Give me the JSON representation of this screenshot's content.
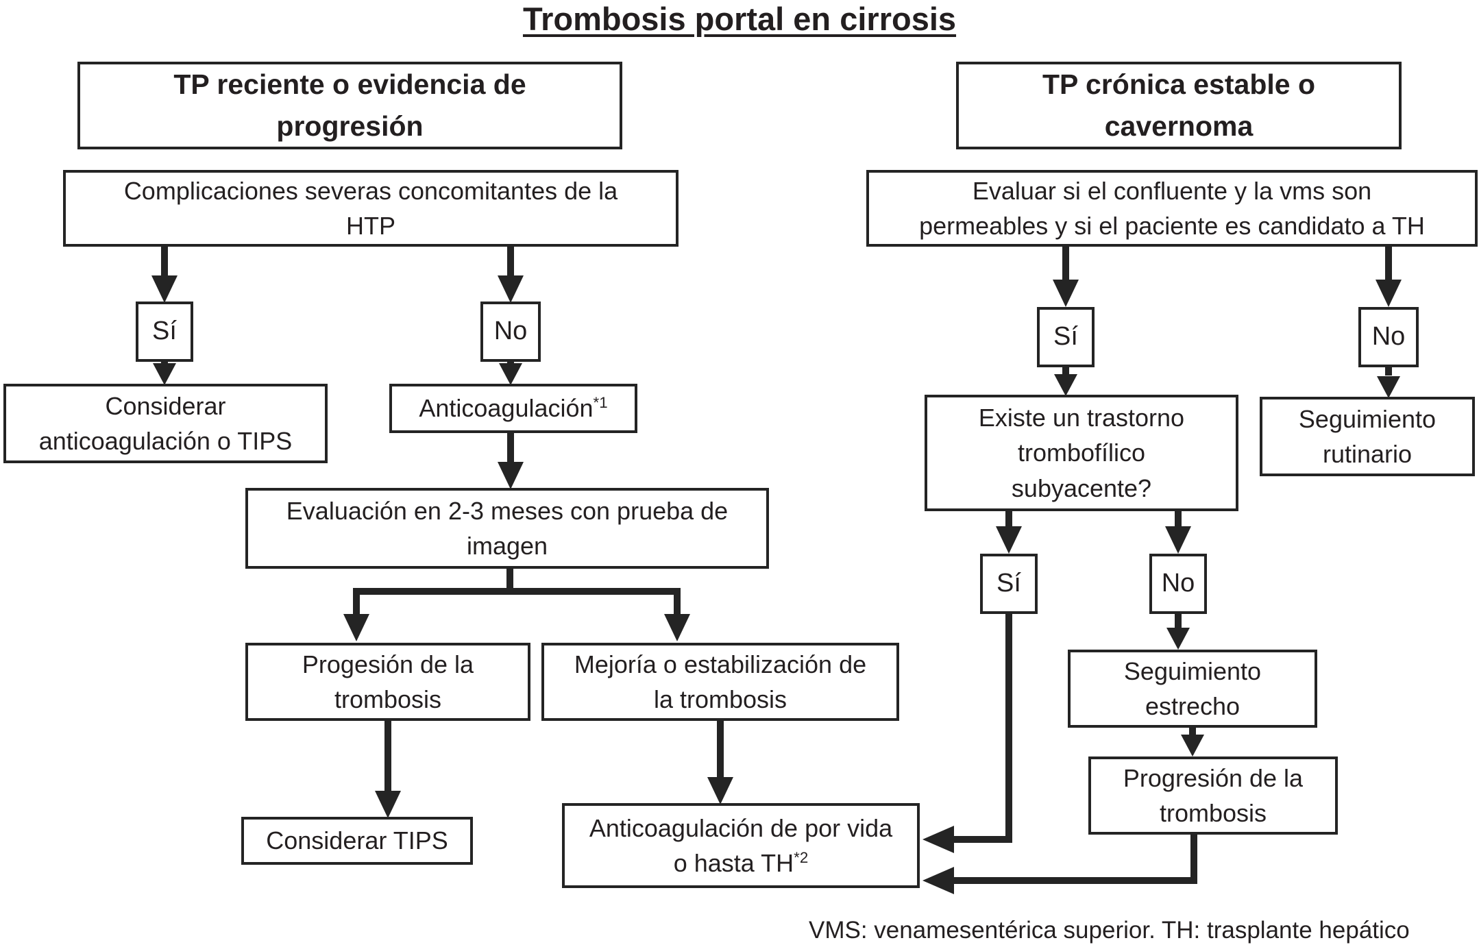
{
  "title": "Trombosis portal en cirrosis",
  "footer": "VMS: venamesentérica superior. TH: trasplante hepático",
  "colors": {
    "line": "#242424",
    "text": "#231f20",
    "background": "#ffffff"
  },
  "left": {
    "header": {
      "lines": [
        "TP reciente o evidencia de",
        "progresión"
      ]
    },
    "complications": {
      "lines": [
        "Complicaciones severas concomitantes de la",
        "HTP"
      ]
    },
    "yes": "Sí",
    "no": "No",
    "consider_anticoag": {
      "lines": [
        "Considerar",
        "anticoagulación o TIPS"
      ]
    },
    "anticoag": {
      "text": "Anticoagulación",
      "sup": "*1"
    },
    "evaluation": {
      "lines": [
        "Evaluación en 2-3 meses con prueba de",
        "imagen"
      ]
    },
    "progression": {
      "lines": [
        "Progesión de la",
        "trombosis"
      ]
    },
    "improvement": {
      "lines": [
        "Mejoría o estabilización de",
        "la trombosis"
      ]
    },
    "consider_tips": "Considerar TIPS",
    "lifelong_anticoag": {
      "lines": [
        "Anticoagulación de por vida",
        "o hasta TH"
      ],
      "sup": "*2"
    }
  },
  "right": {
    "header": {
      "lines": [
        "TP crónica estable o",
        "cavernoma"
      ]
    },
    "evaluate": {
      "lines": [
        "Evaluar si el confluente y la vms son",
        "permeables y si el paciente es candidato a TH"
      ]
    },
    "yes1": "Sí",
    "no1": "No",
    "thrombophilic": {
      "lines": [
        "Existe un trastorno",
        "trombofílico",
        "subyacente?"
      ]
    },
    "routine_followup": {
      "lines": [
        "Seguimiento",
        "rutinario"
      ]
    },
    "yes2": "Sí",
    "no2": "No",
    "close_followup": {
      "lines": [
        "Seguimiento",
        "estrecho"
      ]
    },
    "progression": {
      "lines": [
        "Progresión de la",
        "trombosis"
      ]
    }
  }
}
